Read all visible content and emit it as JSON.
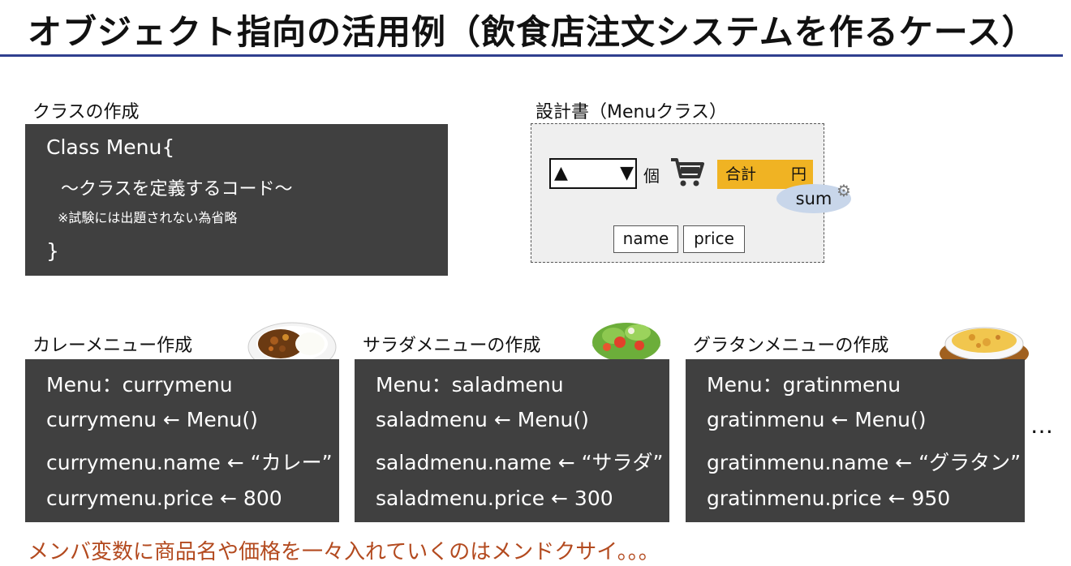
{
  "title": "オブジェクト指向の活用例（飲食店注文システムを作るケース）",
  "class_section": {
    "label": "クラスの作成",
    "lines": [
      "Class Menu{",
      "～クラスを定義するコード～",
      "※試験には出題されない為省略",
      "}"
    ]
  },
  "design_section": {
    "label": "設計書（Menuクラス）",
    "select_up": "▲",
    "select_down": "▼",
    "qty_unit": "個",
    "total_label": "合計",
    "total_unit": "円",
    "sum_label": "sum",
    "name_field": "name",
    "price_field": "price",
    "icons": {
      "cart": "cart-icon",
      "gear": "gear-icon"
    }
  },
  "menus": [
    {
      "label": "カレーメニュー作成",
      "lines": [
        "Menu：currymenu",
        "currymenu ← Menu()",
        "currymenu.name ← “カレー”",
        "currymenu.price ← 800"
      ]
    },
    {
      "label": "サラダメニューの作成",
      "lines": [
        "Menu：saladmenu",
        "saladmenu ← Menu()",
        "saladmenu.name ← “サラダ”",
        "saladmenu.price ← 300"
      ]
    },
    {
      "label": "グラタンメニューの作成",
      "lines": [
        "Menu：gratinmenu",
        "gratinmenu ← Menu()",
        "gratinmenu.name ← “グラタン”",
        "gratinmenu.price ← 950"
      ]
    }
  ],
  "ellipsis": "…",
  "note": "メンバ変数に商品名や価格を一々入れていくのはメンドクサイ。。。",
  "colors": {
    "accent_rule": "#2f3f8f",
    "code_bg": "#404040",
    "total_bar": "#f0b323",
    "sum_ellipse": "#c8d6ea",
    "note": "#b34a1f"
  }
}
